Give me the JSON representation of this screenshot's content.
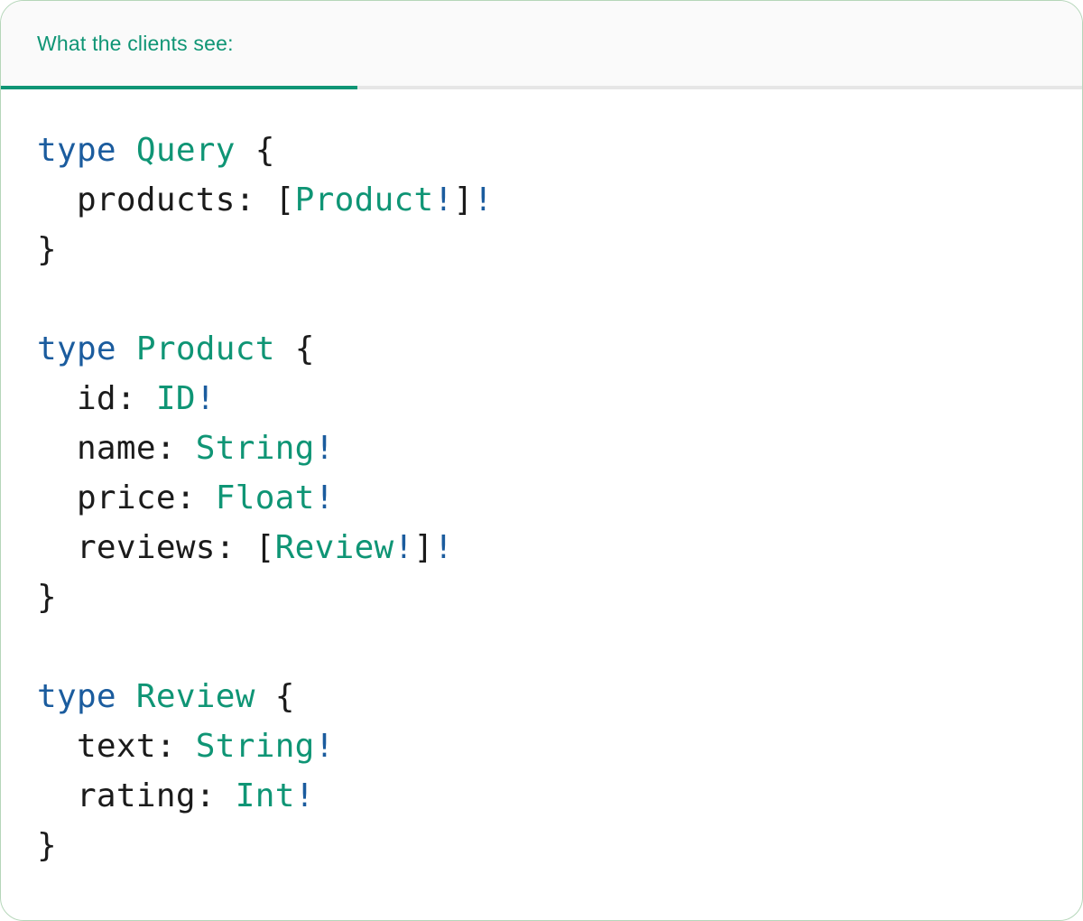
{
  "header": {
    "tab_label": "What the clients see:"
  },
  "code": {
    "language": "graphql-sdl",
    "lines": [
      {
        "tokens": [
          [
            "type",
            "keyword"
          ],
          [
            " ",
            "plain"
          ],
          [
            "Query",
            "typename"
          ],
          [
            " {",
            "plain"
          ]
        ]
      },
      {
        "tokens": [
          [
            "  products: [",
            "plain"
          ],
          [
            "Product",
            "typename"
          ],
          [
            "!",
            "bang"
          ],
          [
            "]",
            "plain"
          ],
          [
            "!",
            "bang"
          ]
        ]
      },
      {
        "tokens": [
          [
            "}",
            "plain"
          ]
        ]
      },
      {
        "tokens": []
      },
      {
        "tokens": [
          [
            "type",
            "keyword"
          ],
          [
            " ",
            "plain"
          ],
          [
            "Product",
            "typename"
          ],
          [
            " {",
            "plain"
          ]
        ]
      },
      {
        "tokens": [
          [
            "  id: ",
            "plain"
          ],
          [
            "ID",
            "typename"
          ],
          [
            "!",
            "bang"
          ]
        ]
      },
      {
        "tokens": [
          [
            "  name: ",
            "plain"
          ],
          [
            "String",
            "typename"
          ],
          [
            "!",
            "bang"
          ]
        ]
      },
      {
        "tokens": [
          [
            "  price: ",
            "plain"
          ],
          [
            "Float",
            "typename"
          ],
          [
            "!",
            "bang"
          ]
        ]
      },
      {
        "tokens": [
          [
            "  reviews: [",
            "plain"
          ],
          [
            "Review",
            "typename"
          ],
          [
            "!",
            "bang"
          ],
          [
            "]",
            "plain"
          ],
          [
            "!",
            "bang"
          ]
        ]
      },
      {
        "tokens": [
          [
            "}",
            "plain"
          ]
        ]
      },
      {
        "tokens": []
      },
      {
        "tokens": [
          [
            "type",
            "keyword"
          ],
          [
            " ",
            "plain"
          ],
          [
            "Review",
            "typename"
          ],
          [
            " {",
            "plain"
          ]
        ]
      },
      {
        "tokens": [
          [
            "  text: ",
            "plain"
          ],
          [
            "String",
            "typename"
          ],
          [
            "!",
            "bang"
          ]
        ]
      },
      {
        "tokens": [
          [
            "  rating: ",
            "plain"
          ],
          [
            "Int",
            "typename"
          ],
          [
            "!",
            "bang"
          ]
        ]
      },
      {
        "tokens": [
          [
            "}",
            "plain"
          ]
        ]
      }
    ]
  },
  "colors": {
    "accent_teal": "#0f9575",
    "keyword_blue": "#1b5c9e",
    "plain_text": "#1b1b1b",
    "divider_gray": "#e6e6e6",
    "header_bg": "#fafafa",
    "card_border_green": "#b5d6b9"
  }
}
